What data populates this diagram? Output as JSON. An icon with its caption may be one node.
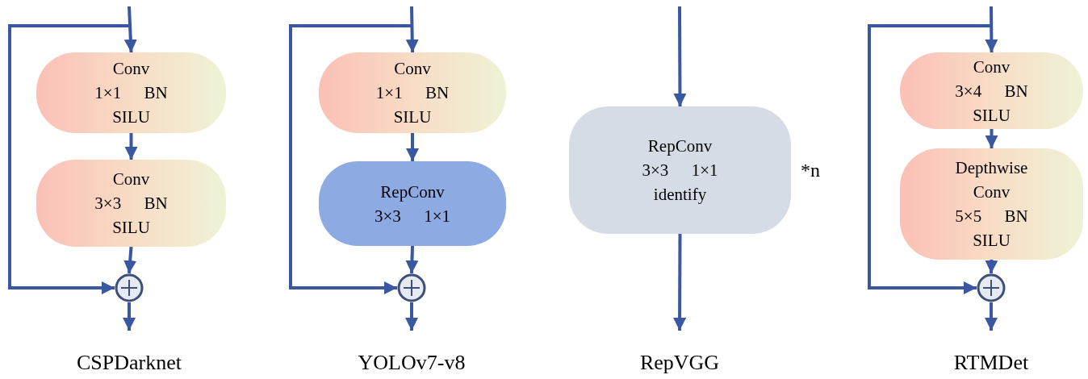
{
  "diagram": {
    "nodes": [
      {
        "text": [
          "Conv",
          "1×1 BN",
          "SILU"
        ]
      },
      {
        "text": [
          "Conv",
          "3×3 BN",
          "SILU"
        ]
      },
      {
        "text": [],
        "shape": "circle"
      },
      {
        "text": [
          "Conv",
          "1×1 BN",
          "SILU"
        ]
      },
      {
        "text": [
          "RepConv",
          "3×3 1×1"
        ]
      },
      {
        "text": [],
        "shape": "circle"
      },
      {
        "text": [
          "RepConv",
          "3×3 1×1",
          "identify"
        ],
        "beside": [
          "*n"
        ]
      },
      {
        "text": [
          "Conv",
          "3×4 BN",
          "SILU"
        ]
      },
      {
        "text": [
          "Depthwise",
          "Conv",
          "5×5 BN",
          "SILU"
        ]
      },
      {
        "text": [],
        "shape": "circle"
      }
    ],
    "edges": [
      {
        "from": null,
        "to": 0,
        "arrow": "to"
      },
      {
        "from": 0,
        "to": 1,
        "arrow": "to"
      },
      {
        "from": 1,
        "to": 2,
        "arrow": "to"
      },
      {
        "from": null,
        "to": 2,
        "arrow": "to"
      },
      {
        "from": 2,
        "to": null,
        "arrow": "to"
      },
      {
        "from": null,
        "to": 3,
        "arrow": "to"
      },
      {
        "from": 3,
        "to": 4,
        "arrow": "to"
      },
      {
        "from": 4,
        "to": 5,
        "arrow": "to"
      },
      {
        "from": null,
        "to": 5,
        "arrow": "to"
      },
      {
        "from": 5,
        "to": null,
        "arrow": "to"
      },
      {
        "from": null,
        "to": 6,
        "arrow": "to"
      },
      {
        "from": 6,
        "to": null,
        "arrow": "to"
      },
      {
        "from": null,
        "to": 7,
        "arrow": "to"
      },
      {
        "from": 7,
        "to": 8,
        "arrow": "to"
      },
      {
        "from": 8,
        "to": 9,
        "arrow": "to"
      },
      {
        "from": null,
        "to": 9,
        "arrow": "to"
      },
      {
        "from": 9,
        "to": null,
        "arrow": "to"
      }
    ],
    "labels": [
      "CSPDarknet",
      "YOLOv7-v8",
      "RepVGG",
      "RTMDet"
    ]
  }
}
